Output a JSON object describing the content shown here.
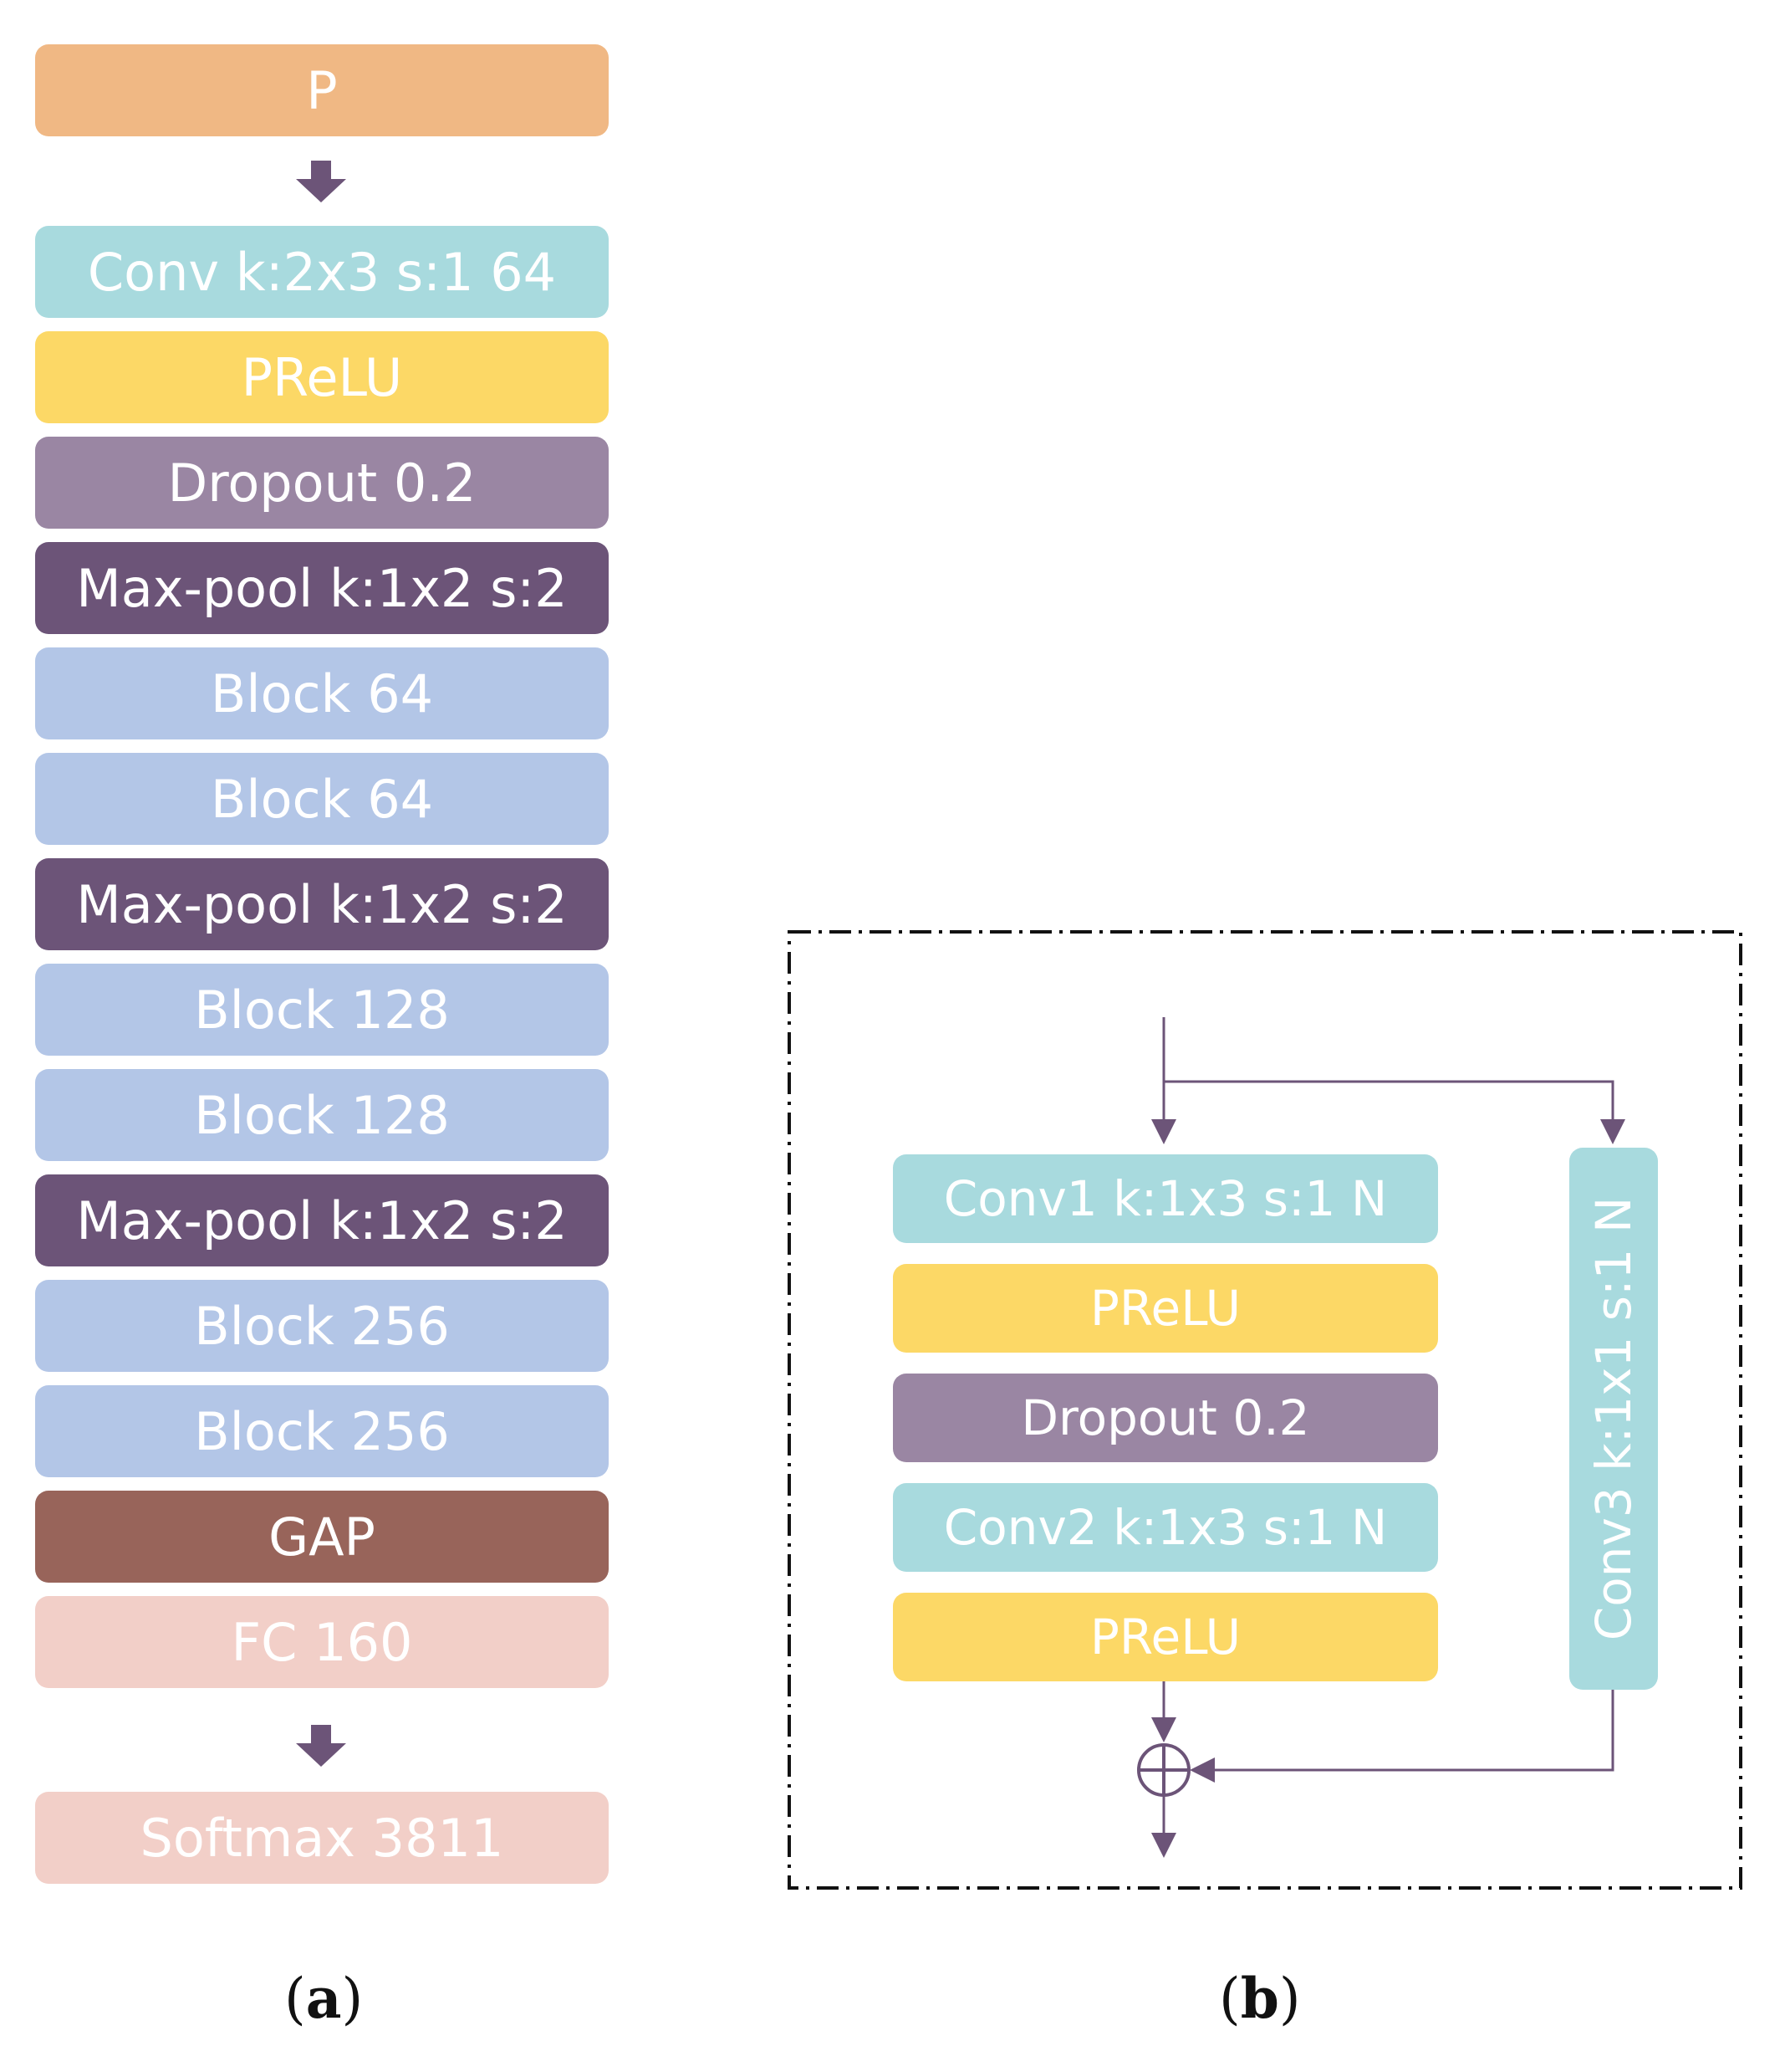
{
  "colors": {
    "input": "#f0b884",
    "conv": "#a8dade",
    "prelu": "#fcd866",
    "dropout": "#9a86a3",
    "maxpool": "#6c5478",
    "block": "#b3c6e7",
    "gap": "#98645a",
    "fc": "#f2cfc8",
    "arrow": "#6c5478",
    "line": "#6c5478",
    "dash": "#111111"
  },
  "panel_a": {
    "layers": [
      {
        "label": "P",
        "kind": "input"
      },
      {
        "label": "Conv k:2x3 s:1 64",
        "kind": "conv"
      },
      {
        "label": "PReLU",
        "kind": "prelu"
      },
      {
        "label": "Dropout 0.2",
        "kind": "dropout"
      },
      {
        "label": "Max-pool k:1x2 s:2",
        "kind": "maxpool"
      },
      {
        "label": "Block 64",
        "kind": "block"
      },
      {
        "label": "Block 64",
        "kind": "block"
      },
      {
        "label": "Max-pool k:1x2 s:2",
        "kind": "maxpool"
      },
      {
        "label": "Block 128",
        "kind": "block"
      },
      {
        "label": "Block 128",
        "kind": "block"
      },
      {
        "label": "Max-pool k:1x2 s:2",
        "kind": "maxpool"
      },
      {
        "label": "Block 256",
        "kind": "block"
      },
      {
        "label": "Block 256",
        "kind": "block"
      },
      {
        "label": "GAP",
        "kind": "gap"
      },
      {
        "label": "FC 160",
        "kind": "fc"
      },
      {
        "label": "Softmax 3811",
        "kind": "fc"
      }
    ],
    "caption": "a"
  },
  "panel_b": {
    "layers": [
      {
        "label": "Conv1 k:1x3 s:1 N",
        "kind": "conv"
      },
      {
        "label": "PReLU",
        "kind": "prelu"
      },
      {
        "label": "Dropout 0.2",
        "kind": "dropout"
      },
      {
        "label": "Conv2 k:1x3 s:1 N",
        "kind": "conv"
      },
      {
        "label": "PReLU",
        "kind": "prelu"
      }
    ],
    "shortcut": {
      "label": "Conv3 k:1x1 s:1 N",
      "kind": "conv"
    },
    "add_symbol": "⊕",
    "caption": "b"
  }
}
